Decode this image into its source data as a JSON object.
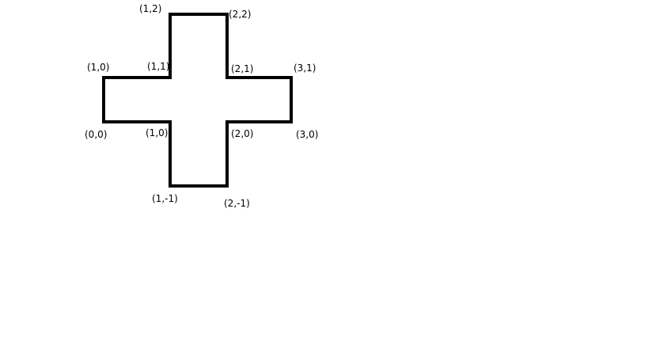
{
  "diagram": {
    "stroke_color": "#000000",
    "background_color": "#ffffff",
    "vertex_labels": [
      {
        "id": "top-left",
        "text": "(1,2)"
      },
      {
        "id": "top-right",
        "text": "(2,2)"
      },
      {
        "id": "left-arm-top",
        "text": "(1,0)"
      },
      {
        "id": "inner-top-left",
        "text": "(1,1)"
      },
      {
        "id": "inner-top-right",
        "text": "(2,1)"
      },
      {
        "id": "right-arm-top",
        "text": "(3,1)"
      },
      {
        "id": "left-arm-bottom",
        "text": "(0,0)"
      },
      {
        "id": "inner-bottom-left",
        "text": "(1,0)"
      },
      {
        "id": "inner-bottom-right",
        "text": "(2,0)"
      },
      {
        "id": "right-arm-bottom",
        "text": "(3,0)"
      },
      {
        "id": "bottom-left",
        "text": "(1,-1)"
      },
      {
        "id": "bottom-right",
        "text": "(2,-1)"
      }
    ]
  }
}
